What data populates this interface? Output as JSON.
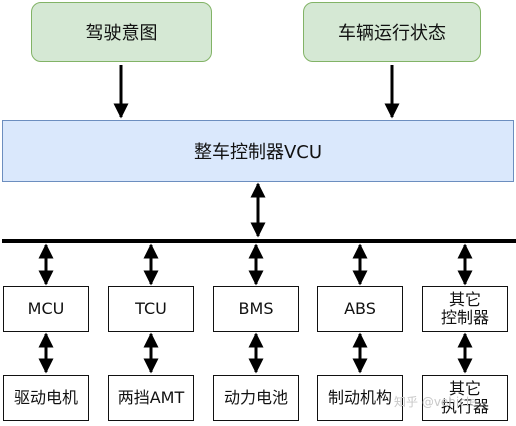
{
  "inputs": {
    "driver_intent": "驾驶意图",
    "vehicle_state": "车辆运行状态"
  },
  "vcu": {
    "label": "整车控制器VCU"
  },
  "controllers": [
    {
      "label": "MCU"
    },
    {
      "label": "TCU"
    },
    {
      "label": "BMS"
    },
    {
      "label": "ABS"
    },
    {
      "label": "其它\n控制器"
    }
  ],
  "actuators": [
    {
      "label": "驱动电机"
    },
    {
      "label": "两挡AMT"
    },
    {
      "label": "动力电池"
    },
    {
      "label": "制动机构"
    },
    {
      "label": "其它\n执行器"
    }
  ],
  "watermark": "知乎 @vehicle"
}
